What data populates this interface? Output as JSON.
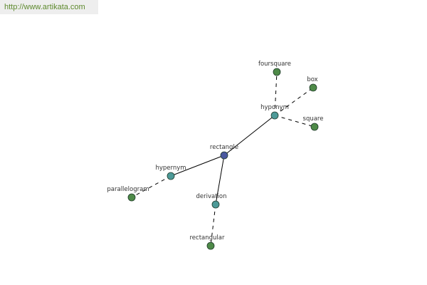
{
  "header": {
    "site_link": "http://www.artikata.com"
  },
  "colors": {
    "banner_bg": "#eeeeee",
    "link": "#5e8a2e",
    "root_node": "#4a58a0",
    "relation_node": "#4d9a98",
    "leaf_node": "#4e8a48",
    "node_stroke": "#1f3a2a",
    "edge": "#000000"
  },
  "graph": {
    "nodes": [
      {
        "id": "rectangle",
        "label": "rectangle",
        "kind": "root"
      },
      {
        "id": "hyponym",
        "label": "hyponym",
        "kind": "relation"
      },
      {
        "id": "hypernym",
        "label": "hypernym",
        "kind": "relation"
      },
      {
        "id": "derivation",
        "label": "derivation",
        "kind": "relation"
      },
      {
        "id": "foursquare",
        "label": "foursquare",
        "kind": "leaf"
      },
      {
        "id": "box",
        "label": "box",
        "kind": "leaf"
      },
      {
        "id": "square",
        "label": "square",
        "kind": "leaf"
      },
      {
        "id": "parallelogram",
        "label": "parallelogram",
        "kind": "leaf"
      },
      {
        "id": "rectangular",
        "label": "rectangular",
        "kind": "leaf"
      }
    ],
    "edges": [
      {
        "from": "rectangle",
        "to": "hyponym",
        "style": "solid"
      },
      {
        "from": "rectangle",
        "to": "hypernym",
        "style": "solid"
      },
      {
        "from": "rectangle",
        "to": "derivation",
        "style": "solid"
      },
      {
        "from": "hyponym",
        "to": "foursquare",
        "style": "dashed"
      },
      {
        "from": "hyponym",
        "to": "box",
        "style": "dashed"
      },
      {
        "from": "hyponym",
        "to": "square",
        "style": "dashed"
      },
      {
        "from": "hypernym",
        "to": "parallelogram",
        "style": "dashed"
      },
      {
        "from": "derivation",
        "to": "rectangular",
        "style": "dashed"
      }
    ]
  }
}
